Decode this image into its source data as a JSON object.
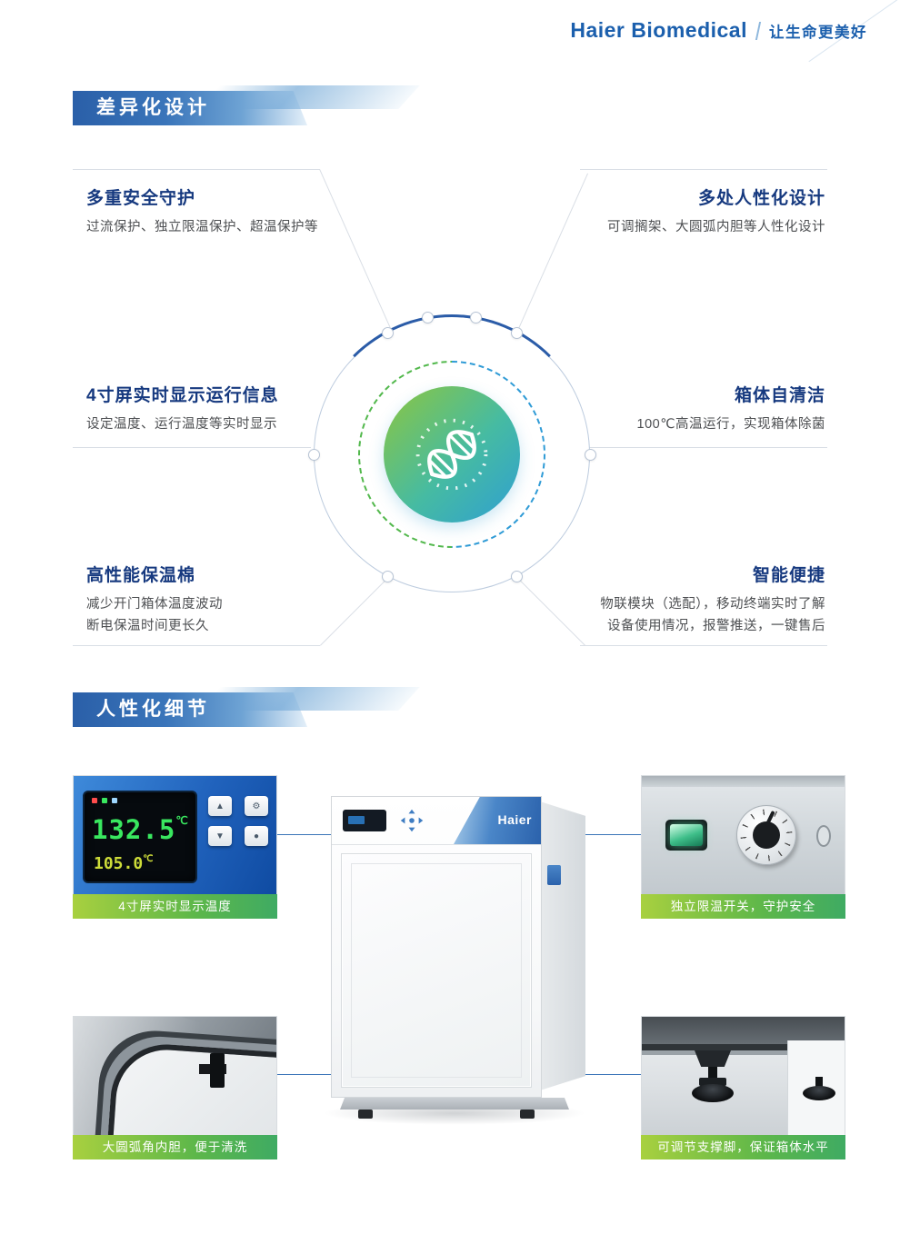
{
  "header": {
    "brand_primary": "Haier",
    "brand_secondary": " Biomedical",
    "tagline": "让生命更美好"
  },
  "sections": {
    "design": {
      "title": "差异化设计",
      "features": [
        {
          "title": "多重安全守护",
          "desc": "过流保护、独立限温保护、超温保护等"
        },
        {
          "title": "多处人性化设计",
          "desc": "可调搁架、大圆弧内胆等人性化设计"
        },
        {
          "title": "4寸屏实时显示运行信息",
          "desc": "设定温度、运行温度等实时显示"
        },
        {
          "title": "箱体自清洁",
          "desc": "100℃高温运行，实现箱体除菌"
        },
        {
          "title": "高性能保温棉",
          "desc": "减少开门箱体温度波动\n断电保温时间更长久"
        },
        {
          "title": "智能便捷",
          "desc": "物联模块（选配），移动终端实时了解\n设备使用情况，报警推送，一键售后"
        }
      ]
    },
    "details": {
      "title": "人性化细节",
      "cards": [
        {
          "caption": "4寸屏实时显示温度"
        },
        {
          "caption": "独立限温开关，守护安全"
        },
        {
          "caption": "大圆弧角内胆，便于清洗"
        },
        {
          "caption": "可调节支撑脚，保证箱体水平"
        }
      ],
      "panel_display": {
        "top_value": "132.5",
        "bottom_value": "105.0",
        "unit": "℃"
      },
      "panel_buttons": [
        "▲",
        "⚙",
        "▼",
        "●"
      ],
      "product_brand": "Haier"
    }
  },
  "icons": {
    "dna_icon": "double-helix-burst",
    "dpad_icon": "four-way-arrows",
    "node_icon": "circle-node"
  },
  "colors": {
    "brand_blue": "#1b5fad",
    "title_navy": "#16397f",
    "banner_blue": "#2a5fa8",
    "circle_green": "#8dc63f",
    "circle_blue": "#2f9fd2",
    "caption_green_start": "#a8d03f",
    "caption_green_end": "#3fab63",
    "lcd_green": "#39e75f",
    "lcd_yellow": "#cddc39"
  }
}
